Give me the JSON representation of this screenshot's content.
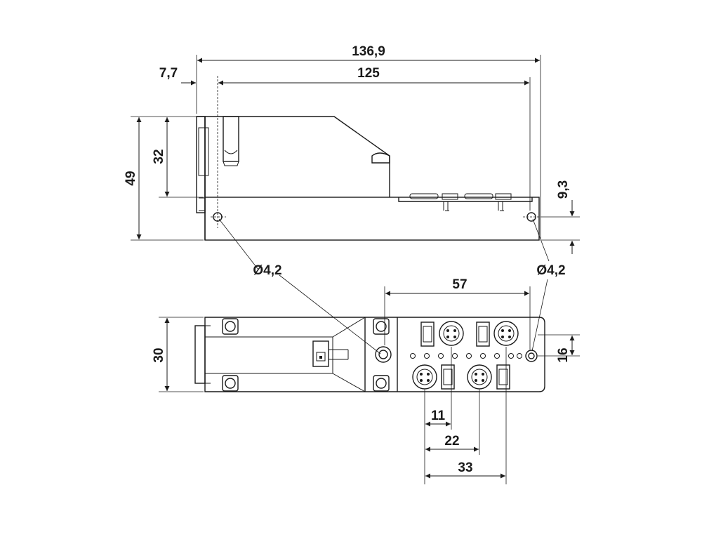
{
  "dimensions": {
    "overall_length": "136,9",
    "hole_spacing": "125",
    "end_offset": "7,7",
    "height": "49",
    "upper_height": "32",
    "hole_height": "9,3",
    "hole_diameter_left": "Ø4,2",
    "hole_diameter_right": "Ø4,2",
    "port_span": "57",
    "width": "30",
    "hole_row": "16",
    "pitch_1": "11",
    "pitch_2": "22",
    "pitch_3": "33"
  },
  "colors": {
    "line": "#1a1a1a",
    "background": "#ffffff"
  }
}
